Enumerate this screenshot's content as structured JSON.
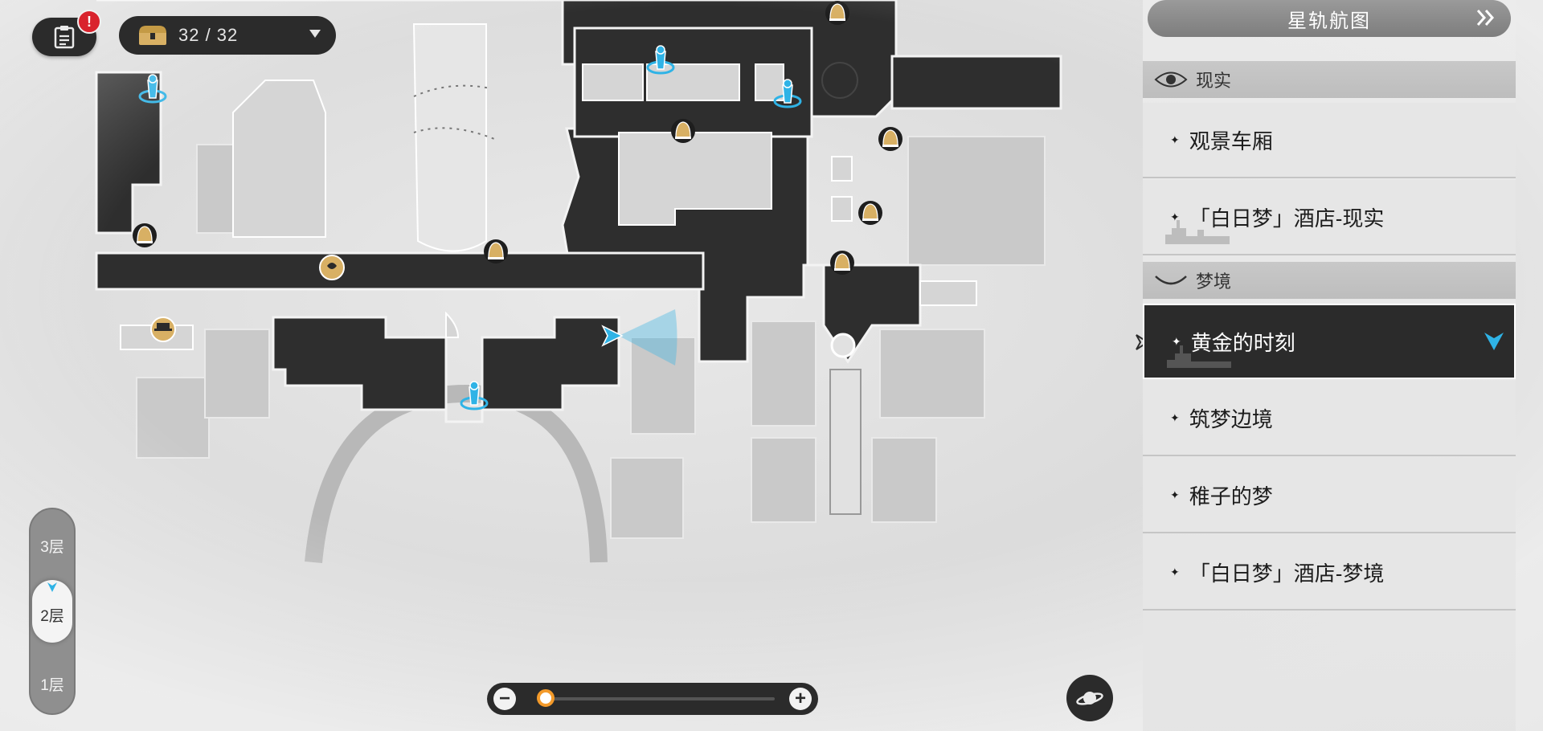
{
  "hud": {
    "alert_badge": "!",
    "chest_counter": "32 / 32"
  },
  "floors": [
    {
      "label": "3层",
      "active": false
    },
    {
      "label": "2层",
      "active": true
    },
    {
      "label": "1层",
      "active": false
    }
  ],
  "zoom": {
    "minus": "−",
    "plus": "+",
    "level": 0.0
  },
  "panel": {
    "title": "星轨航图",
    "sections": [
      {
        "name": "现实",
        "items": [
          {
            "label": "观景车厢",
            "active": false
          },
          {
            "label": "「白日梦」酒店-现实",
            "active": false
          }
        ]
      },
      {
        "name": "梦境",
        "items": [
          {
            "label": "黄金的时刻",
            "active": true
          },
          {
            "label": "筑梦边境",
            "active": false
          },
          {
            "label": "稚子的梦",
            "active": false
          },
          {
            "label": "「白日梦」酒店-梦境",
            "active": false
          }
        ]
      }
    ]
  },
  "colors": {
    "hud_dark": "#2b2b2b",
    "alert_red": "#d9232d",
    "accent_cyan": "#2fb3e6",
    "zoom_orange": "#f39a2a",
    "map_walkable": "#2e2e2e",
    "marker_gold": "#d8b064"
  },
  "map_icons": [
    "space-anchor-icon",
    "bell-icon",
    "merchant-icon",
    "player-arrow-icon"
  ]
}
